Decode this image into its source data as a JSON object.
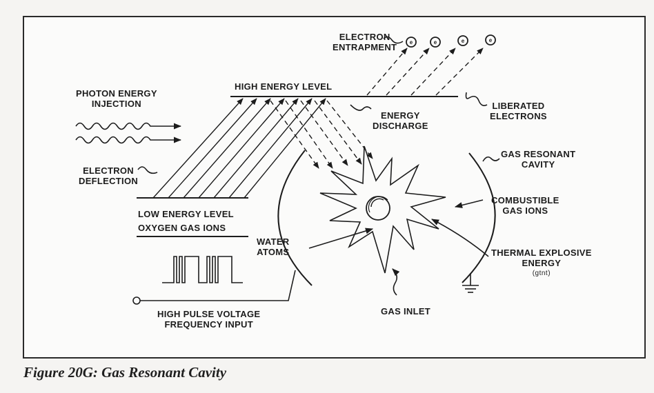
{
  "labels": {
    "electron_entrapment": [
      "ELECTRON",
      "ENTRAPMENT"
    ],
    "high_energy_level": "HIGH ENERGY LEVEL",
    "photon_energy_injection": [
      "PHOTON ENERGY",
      "INJECTION"
    ],
    "liberated_electrons": [
      "LIBERATED",
      "ELECTRONS"
    ],
    "energy_discharge": [
      "ENERGY",
      "DISCHARGE"
    ],
    "gas_resonant_cavity": [
      "GAS RESONANT",
      "CAVITY"
    ],
    "electron_deflection": [
      "ELECTRON",
      "DEFLECTION"
    ],
    "combustible_gas_ions": [
      "COMBUSTIBLE",
      "GAS IONS"
    ],
    "low_energy_level": "LOW ENERGY LEVEL",
    "oxygen_gas_ions": "OXYGEN GAS IONS",
    "water_atoms": [
      "WATER",
      "ATOMS"
    ],
    "thermal_explosive_energy": [
      "THERMAL EXPLOSIVE",
      "ENERGY"
    ],
    "thermal_explosive_energy_note": "(gtnt)",
    "gas_inlet": "GAS INLET",
    "high_pulse_voltage": [
      "HIGH PULSE VOLTAGE",
      "FREQUENCY INPUT"
    ]
  },
  "electron_symbols": [
    "e",
    "e",
    "e",
    "e"
  ],
  "caption": "Figure 20G: Gas Resonant Cavity"
}
